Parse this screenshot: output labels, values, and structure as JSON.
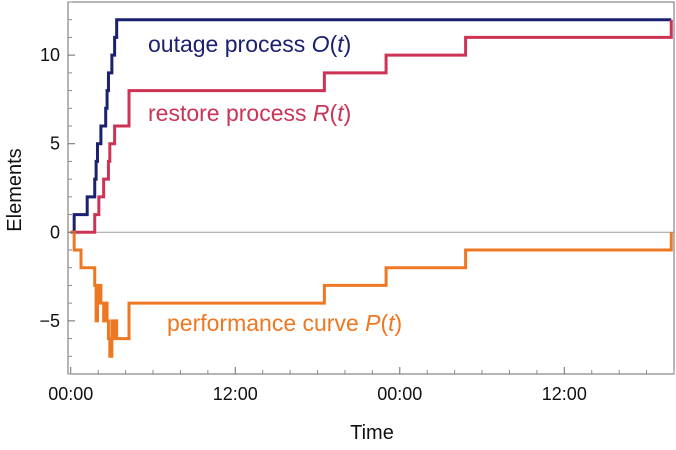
{
  "chart_data": {
    "type": "line",
    "xlabel": "Time",
    "ylabel": "Elements",
    "x_unit": "hours",
    "xlim": [
      -0.2,
      44.0
    ],
    "ylim": [
      -8.0,
      13.0
    ],
    "x_ticks": [
      {
        "value": 0,
        "label": "00:00"
      },
      {
        "value": 12,
        "label": "12:00"
      },
      {
        "value": 24,
        "label": "00:00"
      },
      {
        "value": 36,
        "label": "12:00"
      }
    ],
    "y_ticks": [
      {
        "value": -5,
        "label": "−5"
      },
      {
        "value": 0,
        "label": "0"
      },
      {
        "value": 5,
        "label": "5"
      },
      {
        "value": 10,
        "label": "10"
      }
    ],
    "grid": false,
    "zero_line": true,
    "series": [
      {
        "name": "outage process O(t)",
        "color": "#1b2070",
        "step": true,
        "points": [
          [
            0,
            0
          ],
          [
            0.25,
            1
          ],
          [
            1.2,
            2
          ],
          [
            1.75,
            3
          ],
          [
            1.85,
            4
          ],
          [
            1.95,
            5
          ],
          [
            2.05,
            5
          ],
          [
            2.2,
            6
          ],
          [
            2.55,
            7
          ],
          [
            2.65,
            8
          ],
          [
            2.75,
            9
          ],
          [
            2.85,
            9
          ],
          [
            3.0,
            10
          ],
          [
            3.2,
            11
          ],
          [
            3.35,
            12
          ],
          [
            43.8,
            12
          ]
        ]
      },
      {
        "name": "restore process R(t)",
        "color": "#cc3355",
        "step": true,
        "points": [
          [
            0,
            0
          ],
          [
            1.75,
            1
          ],
          [
            2.05,
            2
          ],
          [
            2.4,
            3
          ],
          [
            2.75,
            4
          ],
          [
            2.85,
            5
          ],
          [
            3.2,
            6
          ],
          [
            4.25,
            8
          ],
          [
            18.5,
            9
          ],
          [
            23.0,
            10
          ],
          [
            28.8,
            11
          ],
          [
            43.8,
            12
          ]
        ]
      },
      {
        "name": "performance curve P(t)",
        "color": "#ee7722",
        "step": true,
        "points": [
          [
            0,
            0
          ],
          [
            0.25,
            -1
          ],
          [
            0.75,
            -2
          ],
          [
            1.75,
            -3
          ],
          [
            1.85,
            -5
          ],
          [
            1.95,
            -4
          ],
          [
            2.05,
            -3
          ],
          [
            2.2,
            -4
          ],
          [
            2.4,
            -5
          ],
          [
            2.55,
            -4
          ],
          [
            2.65,
            -5
          ],
          [
            2.75,
            -6
          ],
          [
            2.85,
            -7
          ],
          [
            3.0,
            -5
          ],
          [
            3.1,
            -6
          ],
          [
            3.2,
            -5
          ],
          [
            3.35,
            -6
          ],
          [
            4.25,
            -4
          ],
          [
            18.5,
            -3
          ],
          [
            23.0,
            -2
          ],
          [
            28.8,
            -1
          ],
          [
            43.8,
            0
          ]
        ]
      }
    ],
    "annotations": [
      {
        "label": "outage process ",
        "symbol": "O",
        "arg": "t",
        "color": "#1b2070"
      },
      {
        "label": "restore process ",
        "symbol": "R",
        "arg": "t",
        "color": "#cc3355"
      },
      {
        "label": "performance curve ",
        "symbol": "P",
        "arg": "t",
        "color": "#ee7722"
      }
    ]
  }
}
